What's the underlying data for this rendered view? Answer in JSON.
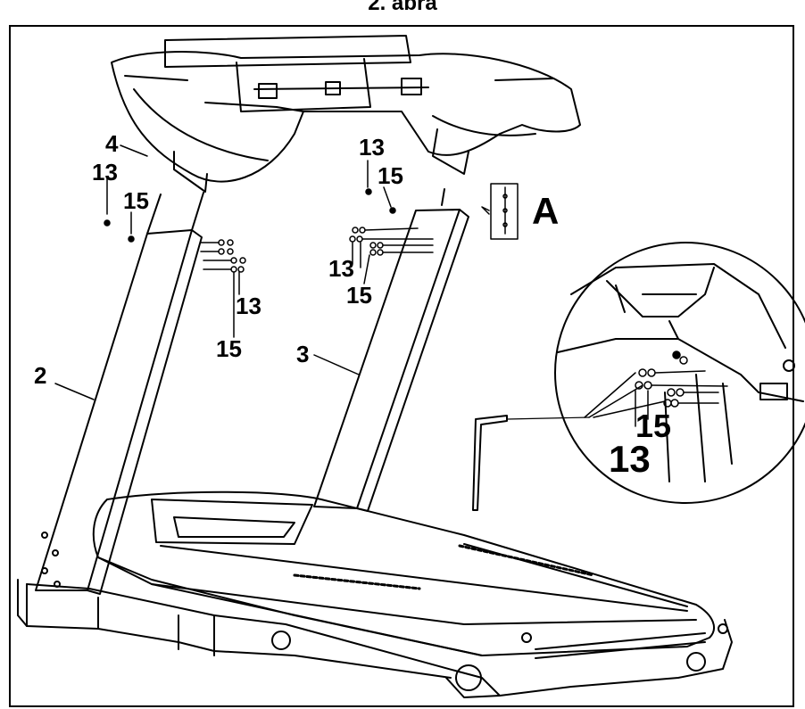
{
  "heading": "2. ábra",
  "callouts": {
    "part_4": "4",
    "left_upright_13": "13",
    "left_upright_15": "15",
    "left_bracket_13": "13",
    "left_bracket_15": "15",
    "right_upright_13": "13",
    "right_upright_15": "15",
    "right_bracket_13": "13",
    "right_bracket_15": "15",
    "part_2": "2",
    "part_3": "3",
    "detail_marker": "A",
    "detail_13": "13",
    "detail_15": "15"
  }
}
